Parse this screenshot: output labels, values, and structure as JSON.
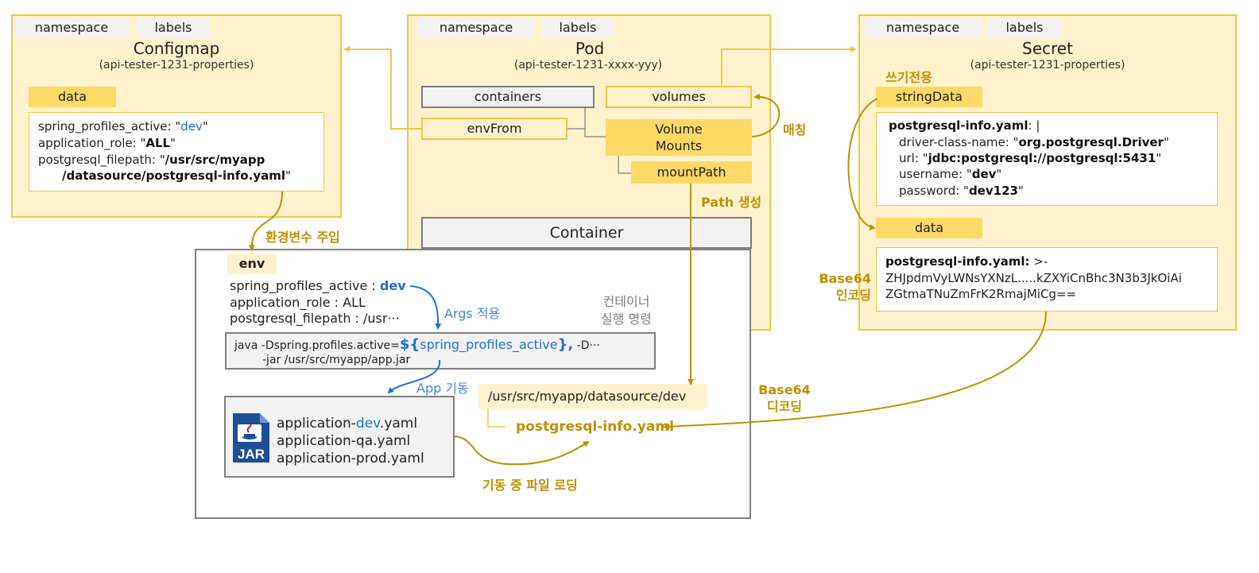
{
  "colors": {
    "panel_fill": "#fff2cc",
    "panel_border": "#f5c542",
    "accent_fill": "#ffd966",
    "gold_text": "#bf9000",
    "blue": "#1f6fd6",
    "gray_border": "#7f7f7f",
    "jar_blue": "#1f4e96"
  },
  "configmap": {
    "tag_namespace": "namespace",
    "tag_labels": "labels",
    "title": "Configmap",
    "subtitle": "(api-tester-1231-properties)",
    "data_label": "data",
    "lines": {
      "l1_key": "spring_profiles_active: \"",
      "l1_val": "dev",
      "l1_end": "\"",
      "l2_key": "application_role: \"",
      "l2_val": "ALL",
      "l2_end": "\"",
      "l3_key": "postgresql_filepath: \"",
      "l3_val1": "/usr/src/myapp",
      "l4_val2": "/datasource/postgresql-info.yaml",
      "l4_end": "\""
    }
  },
  "pod": {
    "tag_namespace": "namespace",
    "tag_labels": "labels",
    "title": "Pod",
    "subtitle": "(api-tester-1231-xxxx-yyy)",
    "containers": "containers",
    "volumes": "volumes",
    "envFrom": "envFrom",
    "volume_mounts_1": "Volume",
    "volume_mounts_2": "Mounts",
    "mount_path": "mountPath",
    "container_header": "Container"
  },
  "secret": {
    "tag_namespace": "namespace",
    "tag_labels": "labels",
    "title": "Secret",
    "subtitle": "(api-tester-1231-properties)",
    "write_only": "쓰기전용",
    "string_data": "stringData",
    "data_label": "data",
    "sd_l1_key": "postgresql-info.yaml",
    "sd_l1_end": ": |",
    "sd_l2_key": "driver-class-name: \"",
    "sd_l2_val": "org.postgresql.Driver",
    "sd_l2_end": "\"",
    "sd_l3_key": "url: \"",
    "sd_l3_val": "jdbc:postgresql://postgresql:5431",
    "sd_l3_end": "\"",
    "sd_l4_key": "username: \"",
    "sd_l4_val": "dev",
    "sd_l4_end": "\"",
    "sd_l5_key": "password: \"",
    "sd_l5_val": "dev123",
    "sd_l5_end": "\"",
    "d_l1_key": "postgresql-info.yaml:",
    "d_l1_end": " >-",
    "d_l2": "ZHJpdmVyLWNsYXNzL.....kZXYiCnBhc3N3b3JkOiAi",
    "d_l3": "ZGtmaTNuZmFrK2RmajMiCg=="
  },
  "container": {
    "env_label": "env",
    "env_l1_key": "spring_profiles_active : ",
    "env_l1_val": "dev",
    "env_l2": "application_role : ALL",
    "env_l3": "postgresql_filepath : /usr···",
    "cmd_l1_pre": "java -Dspring.profiles.active=",
    "cmd_l1_var_open": "${",
    "cmd_l1_var": "spring_profiles_active",
    "cmd_l1_var_close": "},",
    "cmd_l1_post": " -D···",
    "cmd_l2": "-jar /usr/src/myapp/app.jar",
    "jar_text": "JAR",
    "app_l1_pre": "application-",
    "app_l1_val": "dev",
    "app_l1_post": ".yaml",
    "app_l2": "application-qa.yaml",
    "app_l3": "application-prod.yaml",
    "mount_dir": "/usr/src/myapp/datasource/dev",
    "mount_file": "postgresql-info.yaml"
  },
  "annotations": {
    "matching": "매칭",
    "path_create": "Path 생성",
    "env_inject": "환경변수 주입",
    "args_apply": "Args 적용",
    "run_cmd_1": "컨테이너",
    "run_cmd_2": "실행 명령",
    "app_start": "App 기동",
    "file_loading": "기동 중 파일 로딩",
    "base64_enc_1": "Base64",
    "base64_enc_2": "인코딩",
    "base64_dec_1": "Base64",
    "base64_dec_2": "디코딩"
  }
}
